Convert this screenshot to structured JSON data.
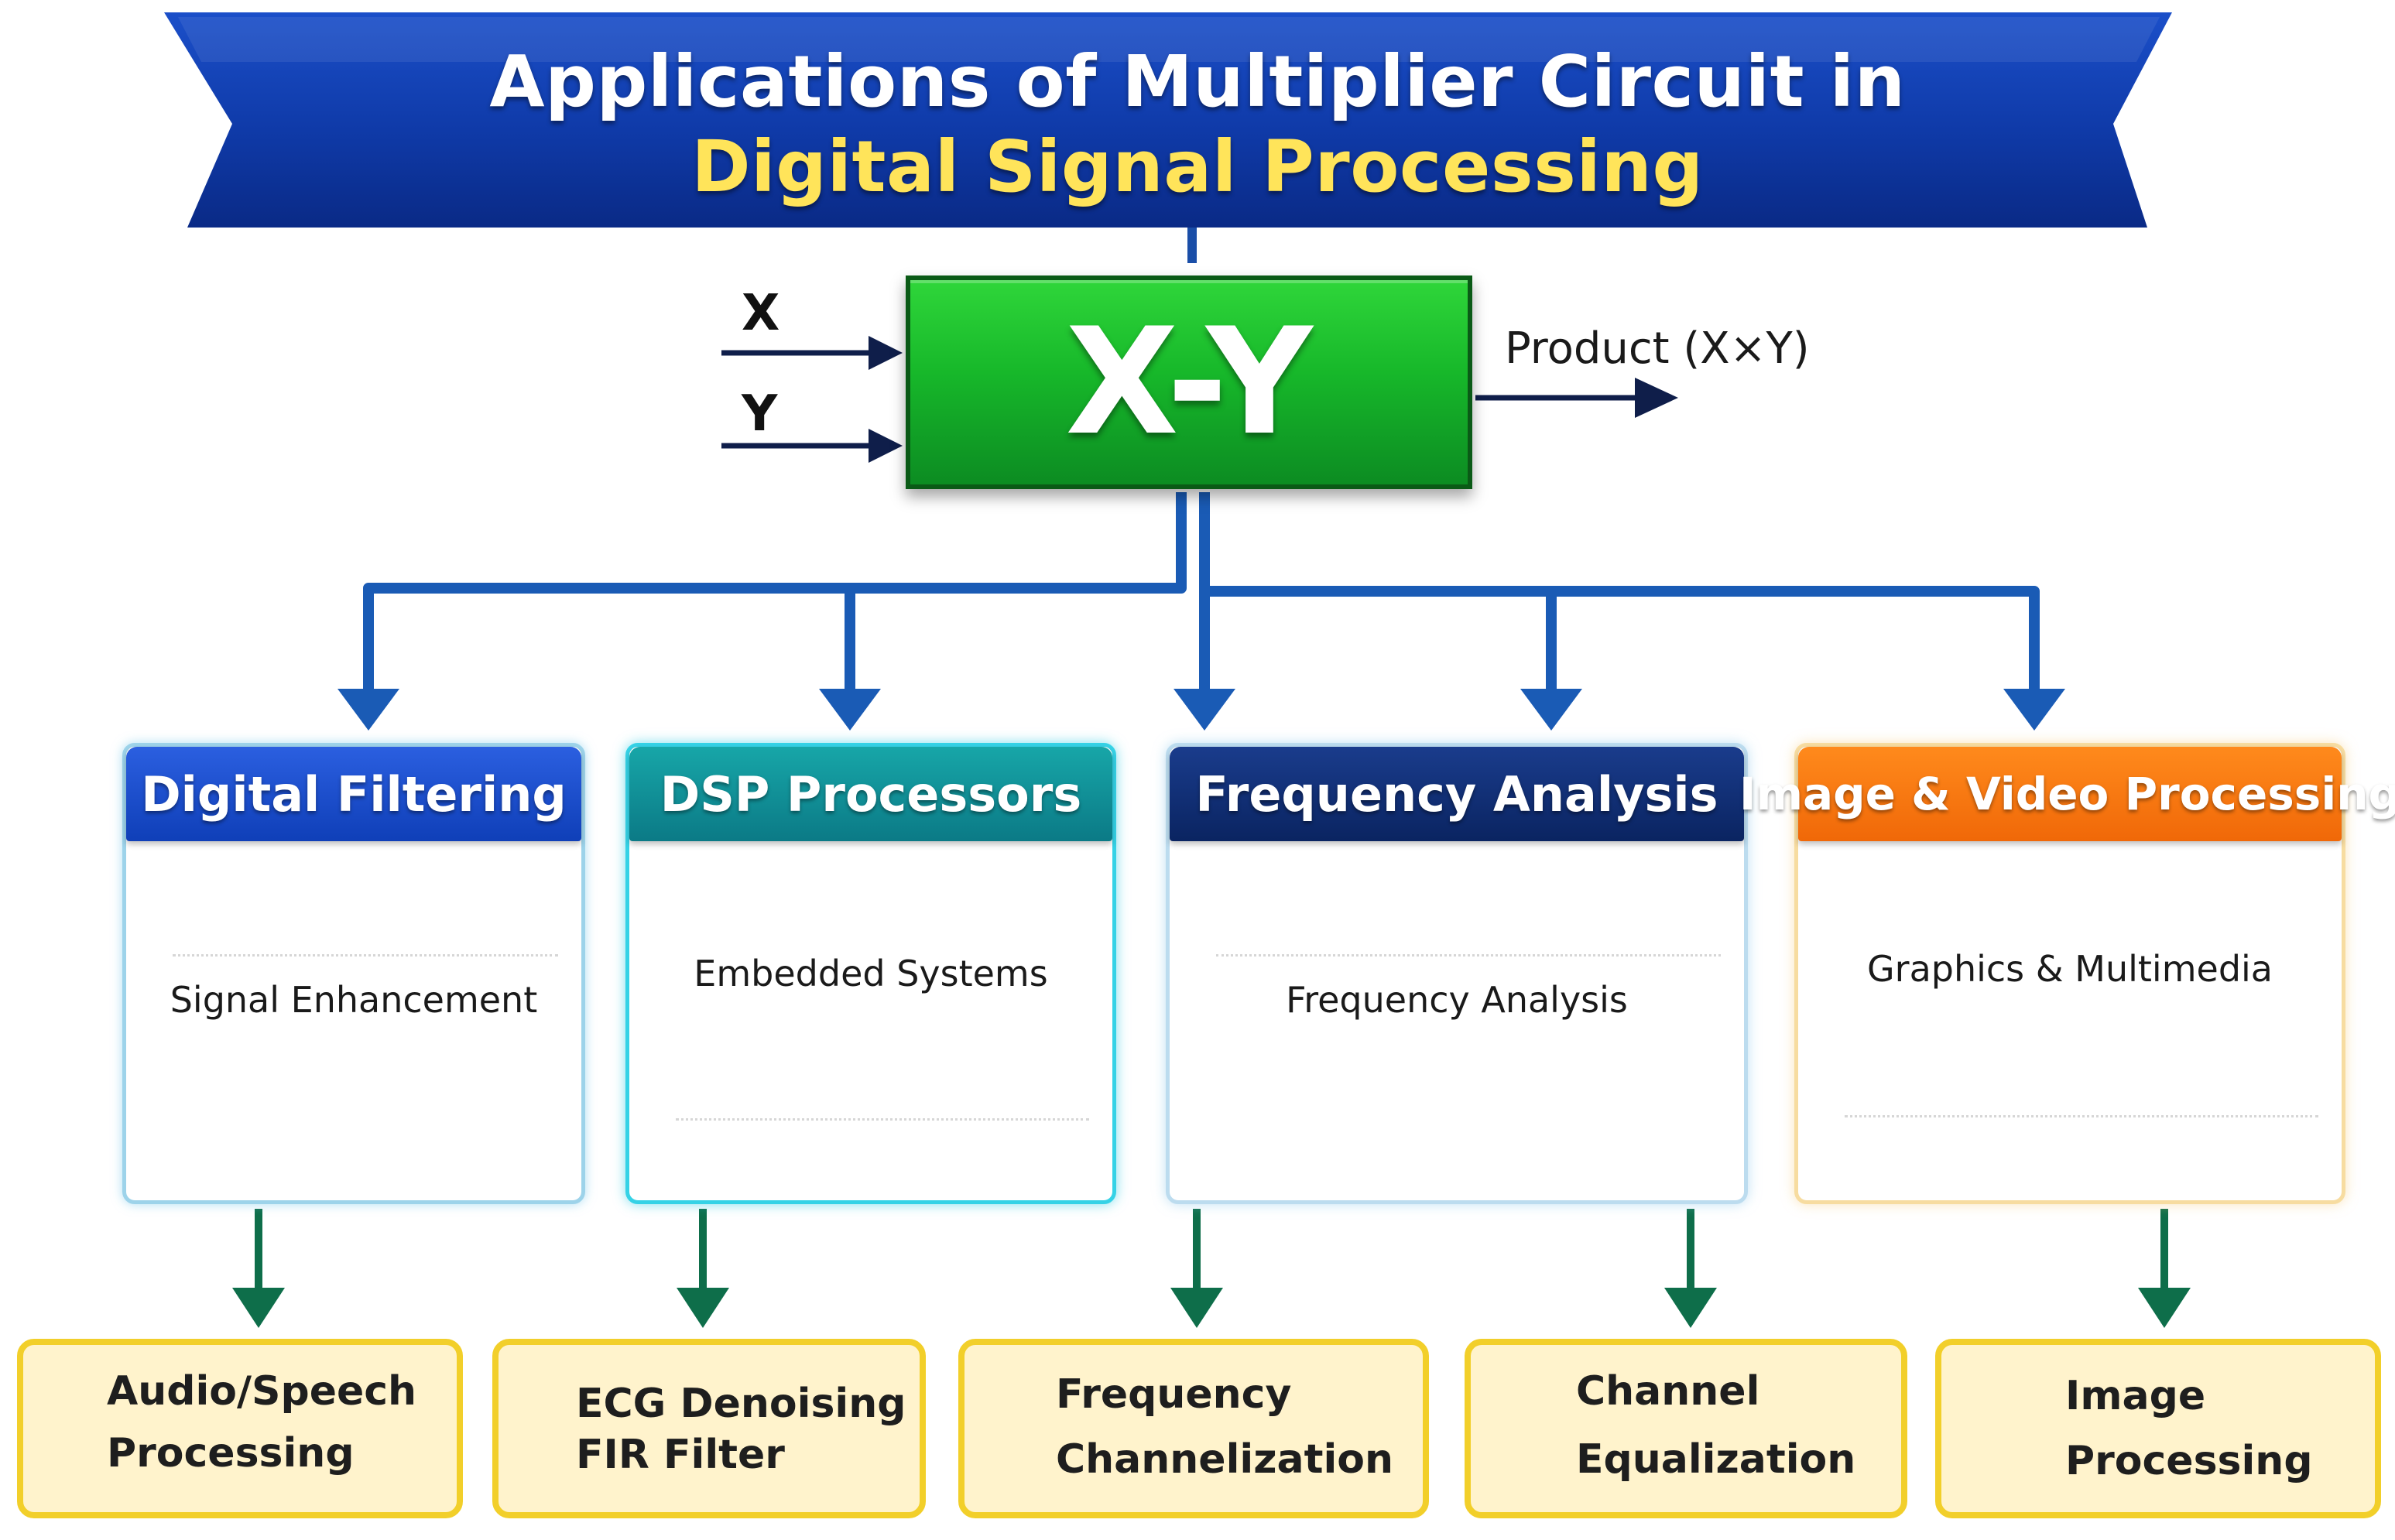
{
  "title": {
    "line1": "Applications of Multiplier Circuit in",
    "line2": "Digital Signal Processing"
  },
  "multiplier": {
    "block_label": "X-Y",
    "input_x": "X",
    "input_y": "Y",
    "output": "Product (X×Y)"
  },
  "applications": [
    {
      "header": "Digital Filtering",
      "body": "Signal Enhancement"
    },
    {
      "header": "DSP Processors",
      "body": "Embedded Systems"
    },
    {
      "header": "Frequency Analysis",
      "body": "Frequency Analysis"
    },
    {
      "header": "Image & Video Processing",
      "body": "Graphics & Multimedia"
    }
  ],
  "examples": [
    {
      "line1": "Audio/Speech",
      "line2": "Processing"
    },
    {
      "line1": "ECG Denoising",
      "line2": "FIR Filter"
    },
    {
      "line1": "Frequency",
      "line2": "Channelization"
    },
    {
      "line1": "Channel",
      "line2": "Equalization"
    },
    {
      "line1": "Image",
      "line2": "Processing"
    }
  ],
  "colors": {
    "banner": "#0f3aa8",
    "title_accent": "#ffe45a",
    "multiplier_block": "#17b82a",
    "branch_arrows": "#1a5bb5",
    "example_arrows": "#0e6e4a",
    "example_border": "#f2cf2a",
    "example_fill": "#fff3cc"
  }
}
